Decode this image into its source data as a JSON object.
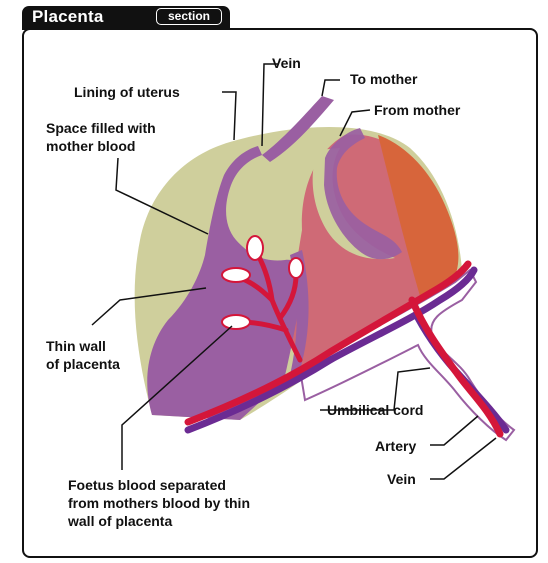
{
  "header": {
    "title": "Placenta",
    "badge": "section"
  },
  "labels": {
    "vein_top": "Vein",
    "to_mother": "To mother",
    "lining": "Lining of uterus",
    "from_mother": "From mother",
    "space_line1": "Space filled with",
    "space_line2": "mother blood",
    "thin_wall_line1": "Thin wall",
    "thin_wall_line2": "of placenta",
    "umbilical": "Umbilical cord",
    "artery": "Artery",
    "vein_bottom": "Vein",
    "foetus_line1": "Foetus blood separated",
    "foetus_line2": "from mothers blood by thin",
    "foetus_line3": "wall of placenta"
  },
  "colors": {
    "lining": "#cfcf9c",
    "mother_blood": "#9a5fa2",
    "placenta_outer": "#cf6a76",
    "placenta_inner": "#d7653b",
    "artery": "#d4163a",
    "vein": "#6b2b93"
  }
}
